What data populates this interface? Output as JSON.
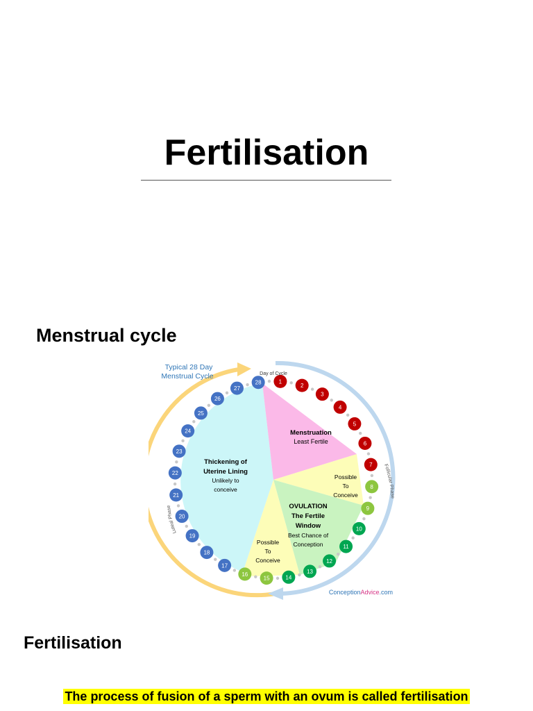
{
  "page_title": "Fertilisation",
  "section1_heading": "Menstrual cycle",
  "diagram": {
    "cycle_title_line1": "Typical 28 Day",
    "cycle_title_line2": "Menstrual Cycle",
    "day_of_cycle_label": "Day of Cycle",
    "luteal_phase_label": "Luteal Phase",
    "follicular_phase_label": "Follicular Phase",
    "menstruation": {
      "title": "Menstruation",
      "subtitle": "Least Fertile"
    },
    "lining": {
      "line1": "Thickening of",
      "line2": "Uterine Lining",
      "line3": "Unlikely to",
      "line4": "conceive"
    },
    "possible_upper": {
      "line1": "Possible",
      "line2": "To",
      "line3": "Conceive"
    },
    "possible_lower": {
      "line1": "Possible",
      "line2": "To",
      "line3": "Conceive"
    },
    "ovulation": {
      "line1": "OVULATION",
      "line2": "The Fertile",
      "line3": "Window",
      "line4": "Best Chance of",
      "line5": "Conception"
    },
    "credit_part1": "Conception",
    "credit_part2": "Advice",
    "credit_part3": ".com",
    "days": [
      "1",
      "2",
      "3",
      "4",
      "5",
      "6",
      "7",
      "8",
      "9",
      "10",
      "11",
      "12",
      "13",
      "14",
      "15",
      "16",
      "17",
      "18",
      "19",
      "20",
      "21",
      "22",
      "23",
      "24",
      "25",
      "26",
      "27",
      "28"
    ],
    "colors": {
      "menstruation": "#c00000",
      "possible": "#8dc63f",
      "ovulation": "#00a651",
      "luteal": "#4472c4"
    }
  },
  "section2_heading": "Fertilisation",
  "definition": "The process of fusion of a sperm with an ovum is called fertilisation"
}
